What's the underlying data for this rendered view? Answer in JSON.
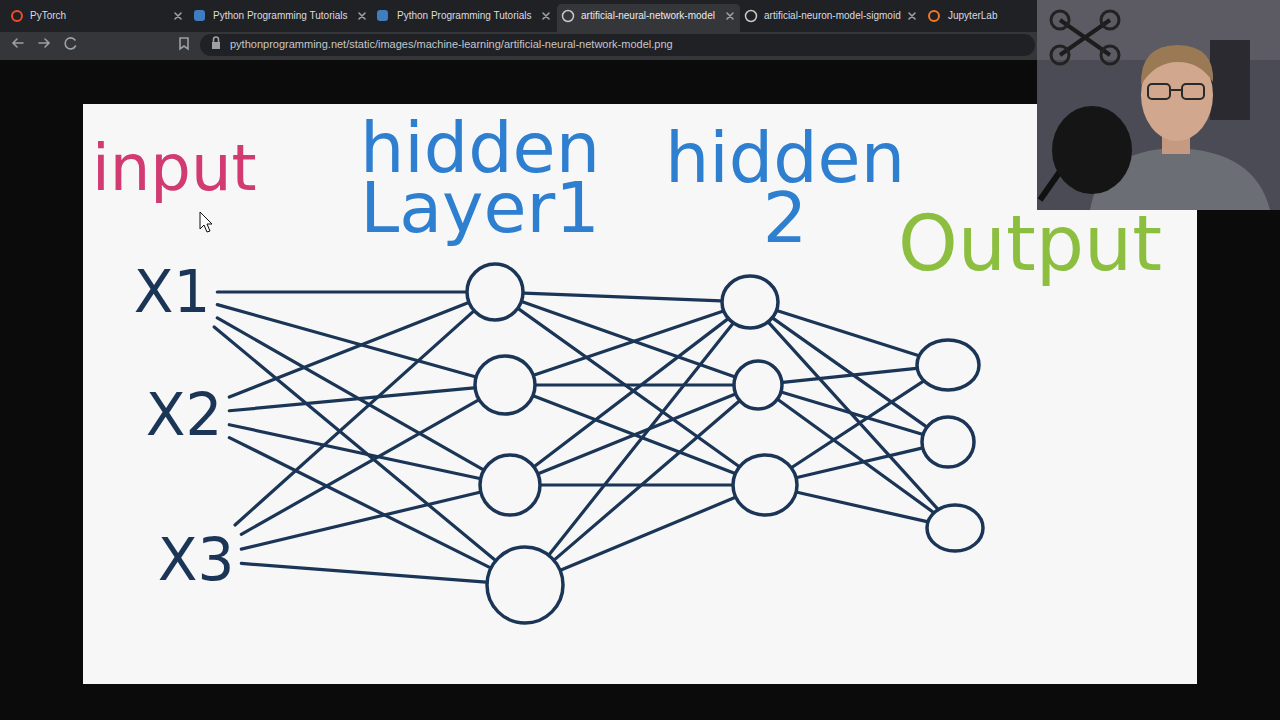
{
  "diagram": {
    "nodes": [
      {
        "text": [
          "X1"
        ]
      },
      {
        "text": [
          "X2"
        ]
      },
      {
        "text": [
          "X3"
        ]
      },
      {
        "text": []
      },
      {
        "text": []
      },
      {
        "text": []
      },
      {
        "text": []
      },
      {
        "text": []
      },
      {
        "text": []
      },
      {
        "text": []
      },
      {
        "text": []
      },
      {
        "text": []
      },
      {
        "text": []
      }
    ],
    "edges": [
      {
        "from": 0,
        "to": 3,
        "arrow": "none"
      },
      {
        "from": 0,
        "to": 4,
        "arrow": "none"
      },
      {
        "from": 0,
        "to": 5,
        "arrow": "none"
      },
      {
        "from": 0,
        "to": 6,
        "arrow": "none"
      },
      {
        "from": 1,
        "to": 3,
        "arrow": "none"
      },
      {
        "from": 1,
        "to": 4,
        "arrow": "none"
      },
      {
        "from": 1,
        "to": 5,
        "arrow": "none"
      },
      {
        "from": 1,
        "to": 6,
        "arrow": "none"
      },
      {
        "from": 2,
        "to": 3,
        "arrow": "none"
      },
      {
        "from": 2,
        "to": 4,
        "arrow": "none"
      },
      {
        "from": 2,
        "to": 5,
        "arrow": "none"
      },
      {
        "from": 2,
        "to": 6,
        "arrow": "none"
      },
      {
        "from": 3,
        "to": 7,
        "arrow": "none"
      },
      {
        "from": 3,
        "to": 8,
        "arrow": "none"
      },
      {
        "from": 3,
        "to": 9,
        "arrow": "none"
      },
      {
        "from": 4,
        "to": 7,
        "arrow": "none"
      },
      {
        "from": 4,
        "to": 8,
        "arrow": "none"
      },
      {
        "from": 4,
        "to": 9,
        "arrow": "none"
      },
      {
        "from": 5,
        "to": 7,
        "arrow": "none"
      },
      {
        "from": 5,
        "to": 8,
        "arrow": "none"
      },
      {
        "from": 5,
        "to": 9,
        "arrow": "none"
      },
      {
        "from": 6,
        "to": 7,
        "arrow": "none"
      },
      {
        "from": 6,
        "to": 8,
        "arrow": "none"
      },
      {
        "from": 6,
        "to": 9,
        "arrow": "none"
      },
      {
        "from": 7,
        "to": 10,
        "arrow": "none"
      },
      {
        "from": 7,
        "to": 11,
        "arrow": "none"
      },
      {
        "from": 7,
        "to": 12,
        "arrow": "none"
      },
      {
        "from": 8,
        "to": 10,
        "arrow": "none"
      },
      {
        "from": 8,
        "to": 11,
        "arrow": "none"
      },
      {
        "from": 8,
        "to": 12,
        "arrow": "none"
      },
      {
        "from": 9,
        "to": 10,
        "arrow": "none"
      },
      {
        "from": 9,
        "to": 11,
        "arrow": "none"
      },
      {
        "from": 9,
        "to": 12,
        "arrow": "none"
      }
    ],
    "labels": [
      "PyTorch",
      "Python Programming Tutorials",
      "Python Programming Tutorials",
      "artificial-neural-network-model",
      "artificial-neuron-model-sigmoid",
      "JupyterLab",
      "pythonprogramming.net/static/images/machine-learning/artificial-neural-network-model.png",
      "input",
      "hidden Layer1",
      "hidden 2",
      "Output"
    ]
  }
}
